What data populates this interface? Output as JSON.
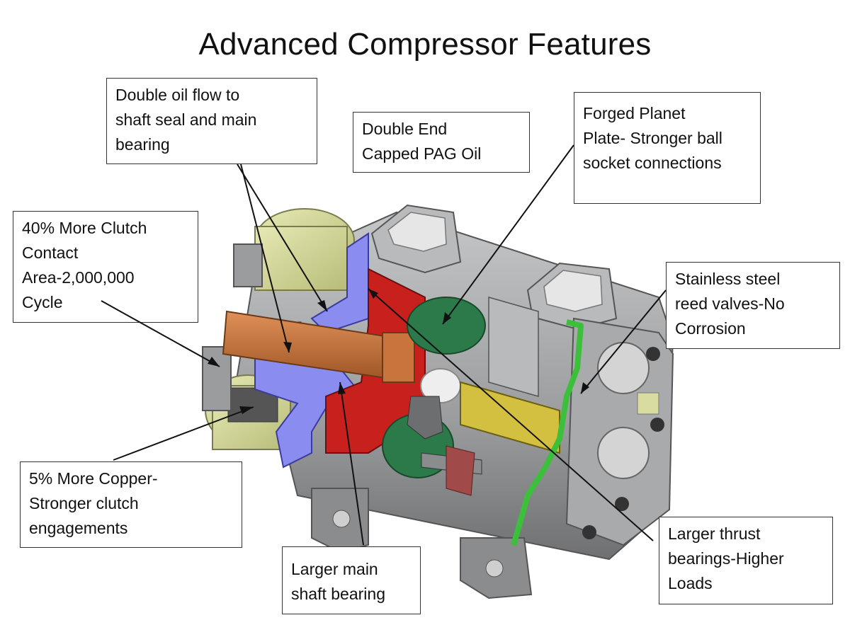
{
  "title": "Advanced Compressor Features",
  "callouts": {
    "oil_flow": "Double oil flow to\nshaft seal and main\nbearing",
    "pag_oil": "Double End\nCapped PAG Oil",
    "planet_plate": "Forged Planet\nPlate- Stronger ball\nsocket connections",
    "clutch_area": "40% More Clutch\nContact\nArea-2,000,000\nCycle",
    "reed_valves": "Stainless steel\nreed valves-No\nCorrosion",
    "copper": "5% More Copper-\nStronger clutch\nengagements",
    "main_bearing": "Larger main\nshaft bearing",
    "thrust_bearings": "Larger thrust\nbearings-Higher\nLoads"
  },
  "colors": {
    "housing": "#9a9c9e",
    "coil": "#d8dca0",
    "oil_path": "#8a8cf0",
    "shaft": "#c8743c",
    "bearing_block": "#c8201c",
    "swash_plate": "#2c7a4a",
    "reed_ring": "#3cc03c"
  }
}
